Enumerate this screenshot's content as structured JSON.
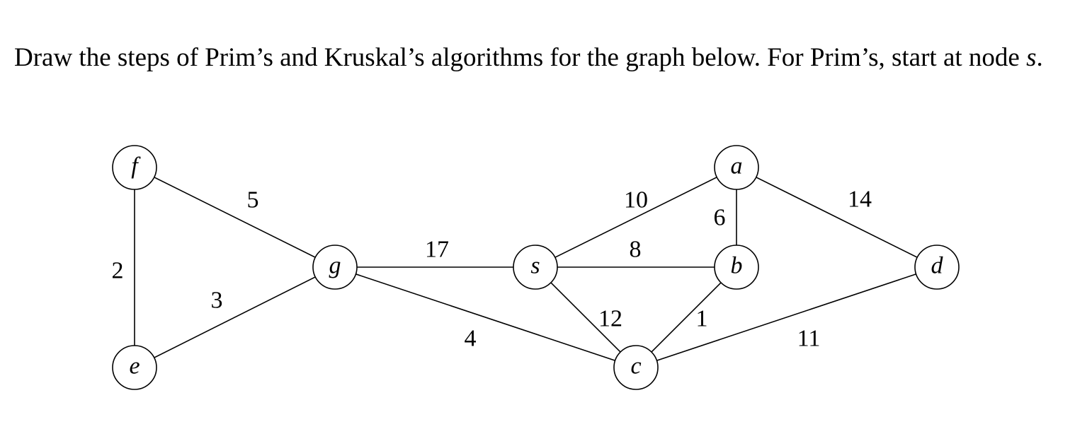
{
  "prompt": {
    "text_before": "Draw the steps of Prim’s and Kruskal’s algorithms for the graph below. For Prim’s, start at node ",
    "start_node": "s",
    "text_after": "."
  },
  "graph": {
    "nodes": [
      {
        "id": "f",
        "label": "f"
      },
      {
        "id": "e",
        "label": "e"
      },
      {
        "id": "g",
        "label": "g"
      },
      {
        "id": "s",
        "label": "s"
      },
      {
        "id": "a",
        "label": "a"
      },
      {
        "id": "b",
        "label": "b"
      },
      {
        "id": "c",
        "label": "c"
      },
      {
        "id": "d",
        "label": "d"
      }
    ],
    "edges": [
      {
        "from": "f",
        "to": "e",
        "weight": "2"
      },
      {
        "from": "f",
        "to": "g",
        "weight": "5"
      },
      {
        "from": "e",
        "to": "g",
        "weight": "3"
      },
      {
        "from": "g",
        "to": "s",
        "weight": "17"
      },
      {
        "from": "g",
        "to": "c",
        "weight": "4"
      },
      {
        "from": "s",
        "to": "a",
        "weight": "10"
      },
      {
        "from": "s",
        "to": "b",
        "weight": "8"
      },
      {
        "from": "s",
        "to": "c",
        "weight": "12"
      },
      {
        "from": "a",
        "to": "b",
        "weight": "6"
      },
      {
        "from": "a",
        "to": "d",
        "weight": "14"
      },
      {
        "from": "b",
        "to": "c",
        "weight": "1"
      },
      {
        "from": "c",
        "to": "d",
        "weight": "11"
      }
    ]
  }
}
